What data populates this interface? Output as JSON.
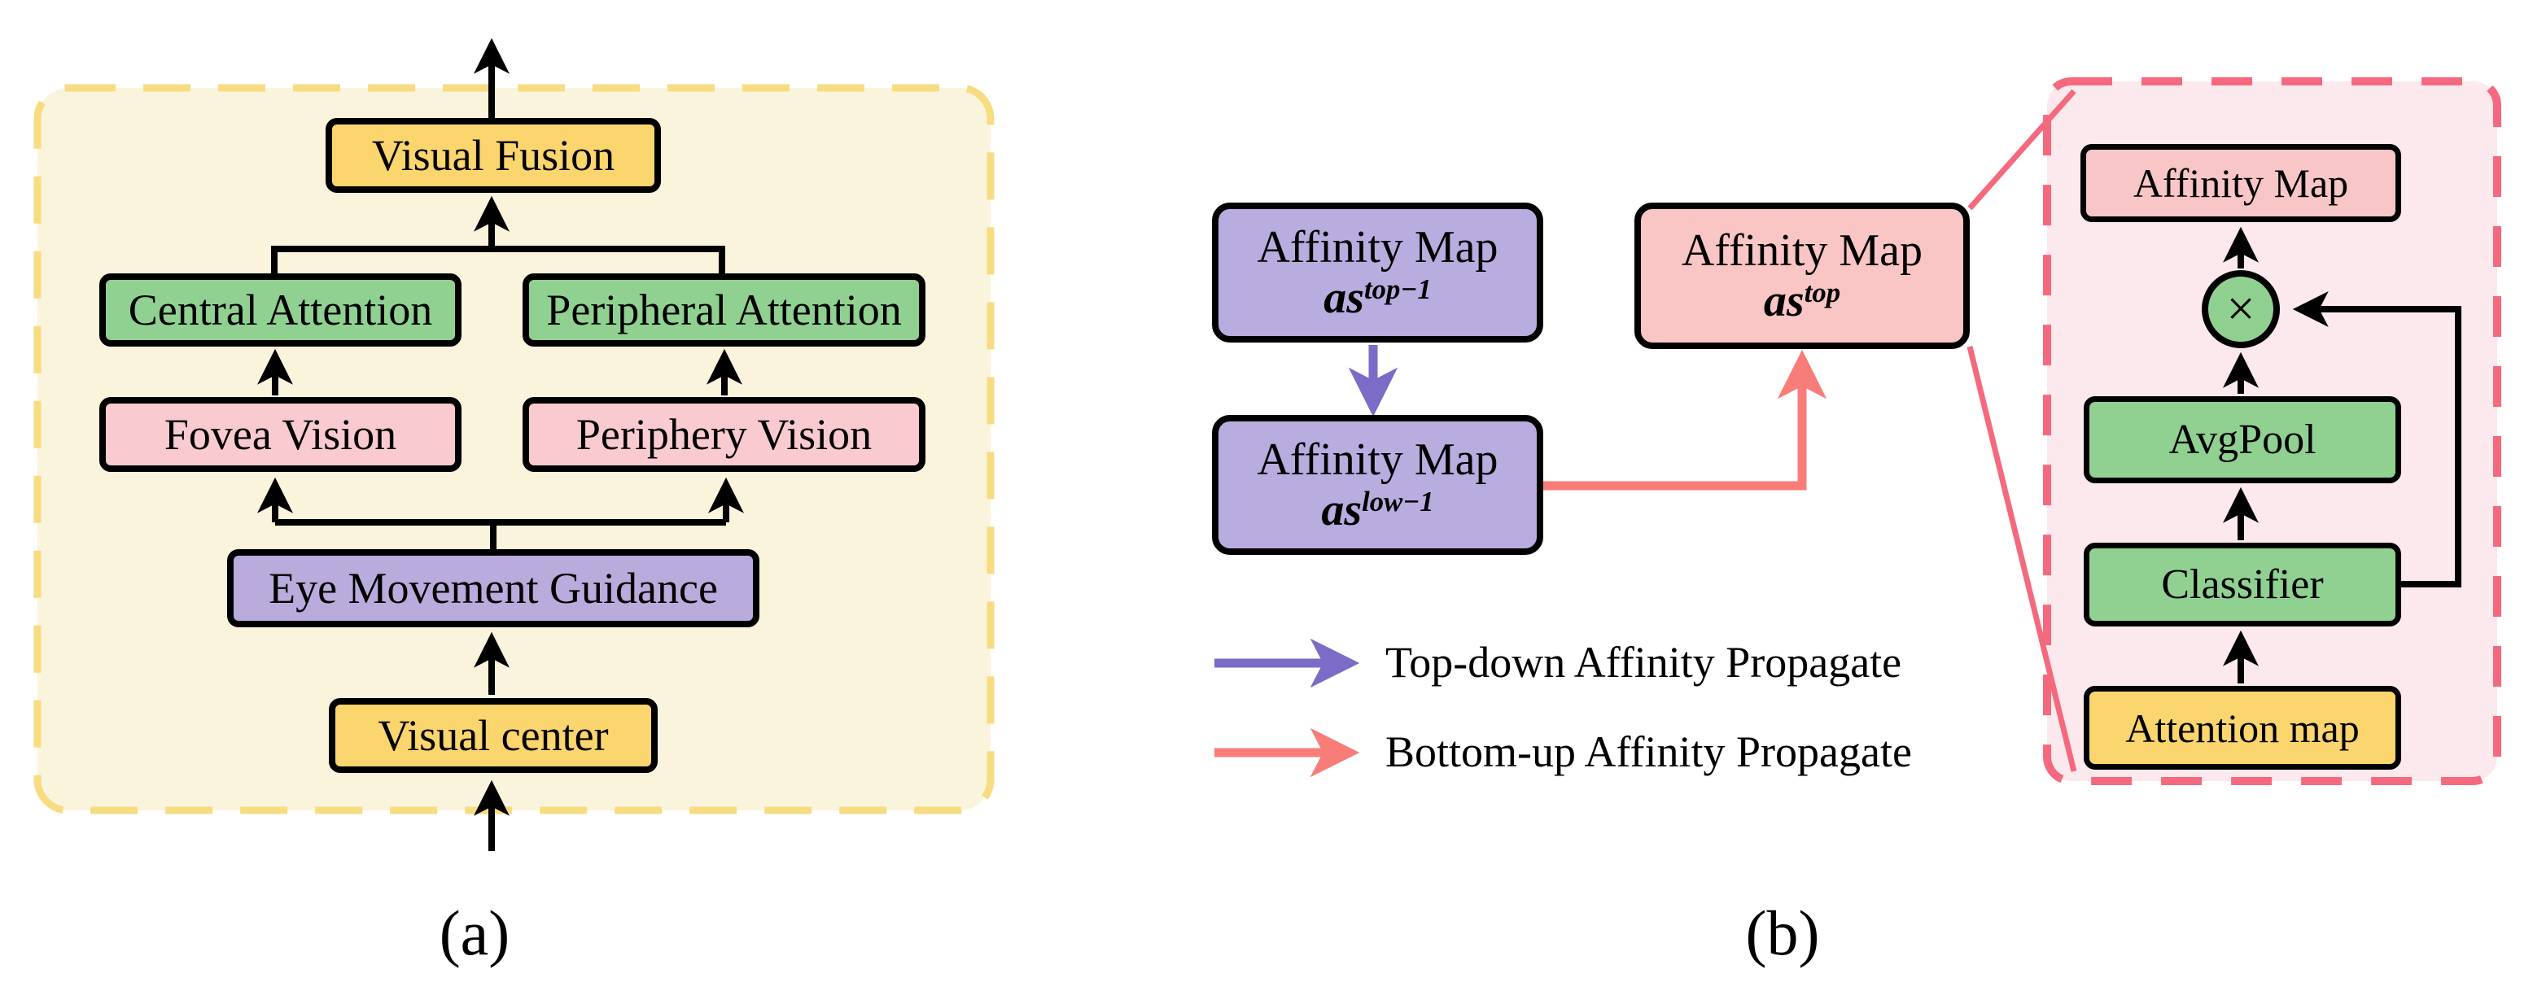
{
  "figure": {
    "panel_a": {
      "caption": "(a)",
      "boxes": {
        "visual_fusion": "Visual Fusion",
        "central_attention": "Central Attention",
        "peripheral_attention": "Peripheral Attention",
        "fovea_vision": "Fovea Vision",
        "periphery_vision": "Periphery Vision",
        "eye_movement_guidance": "Eye Movement Guidance",
        "visual_center": "Visual center"
      }
    },
    "panel_b": {
      "caption": "(b)",
      "boxes": {
        "affinity_top_prev": {
          "title": "Affinity Map",
          "var_base": "as",
          "var_sup": "top−1"
        },
        "affinity_low_prev": {
          "title": "Affinity Map",
          "var_base": "as",
          "var_sup": "low−1"
        },
        "affinity_top": {
          "title": "Affinity Map",
          "var_base": "as",
          "var_sup": "top"
        }
      },
      "legend": {
        "top_down": "Top-down Affinity Propagate",
        "bottom_up": "Bottom-up Affinity Propagate"
      },
      "detail": {
        "affinity_map": "Affinity Map",
        "times_symbol": "×",
        "avgpool": "AvgPool",
        "classifier": "Classifier",
        "attention_map": "Attention map"
      }
    },
    "colors": {
      "box_yellow": "#FBD56E",
      "box_green": "#90D191",
      "box_pink_a": "#F9CBD1",
      "box_purple": "#B9ACDC",
      "box_pink_b": "#F9C5C5",
      "panel_a_fill": "#FBF4DC",
      "panel_a_dash": "#F8DC82",
      "detail_fill": "#FCE9ED",
      "detail_dash": "#F5697E",
      "arrow_black": "#000000",
      "arrow_purple": "#7C6BC7",
      "arrow_salmon": "#F87C78"
    }
  }
}
